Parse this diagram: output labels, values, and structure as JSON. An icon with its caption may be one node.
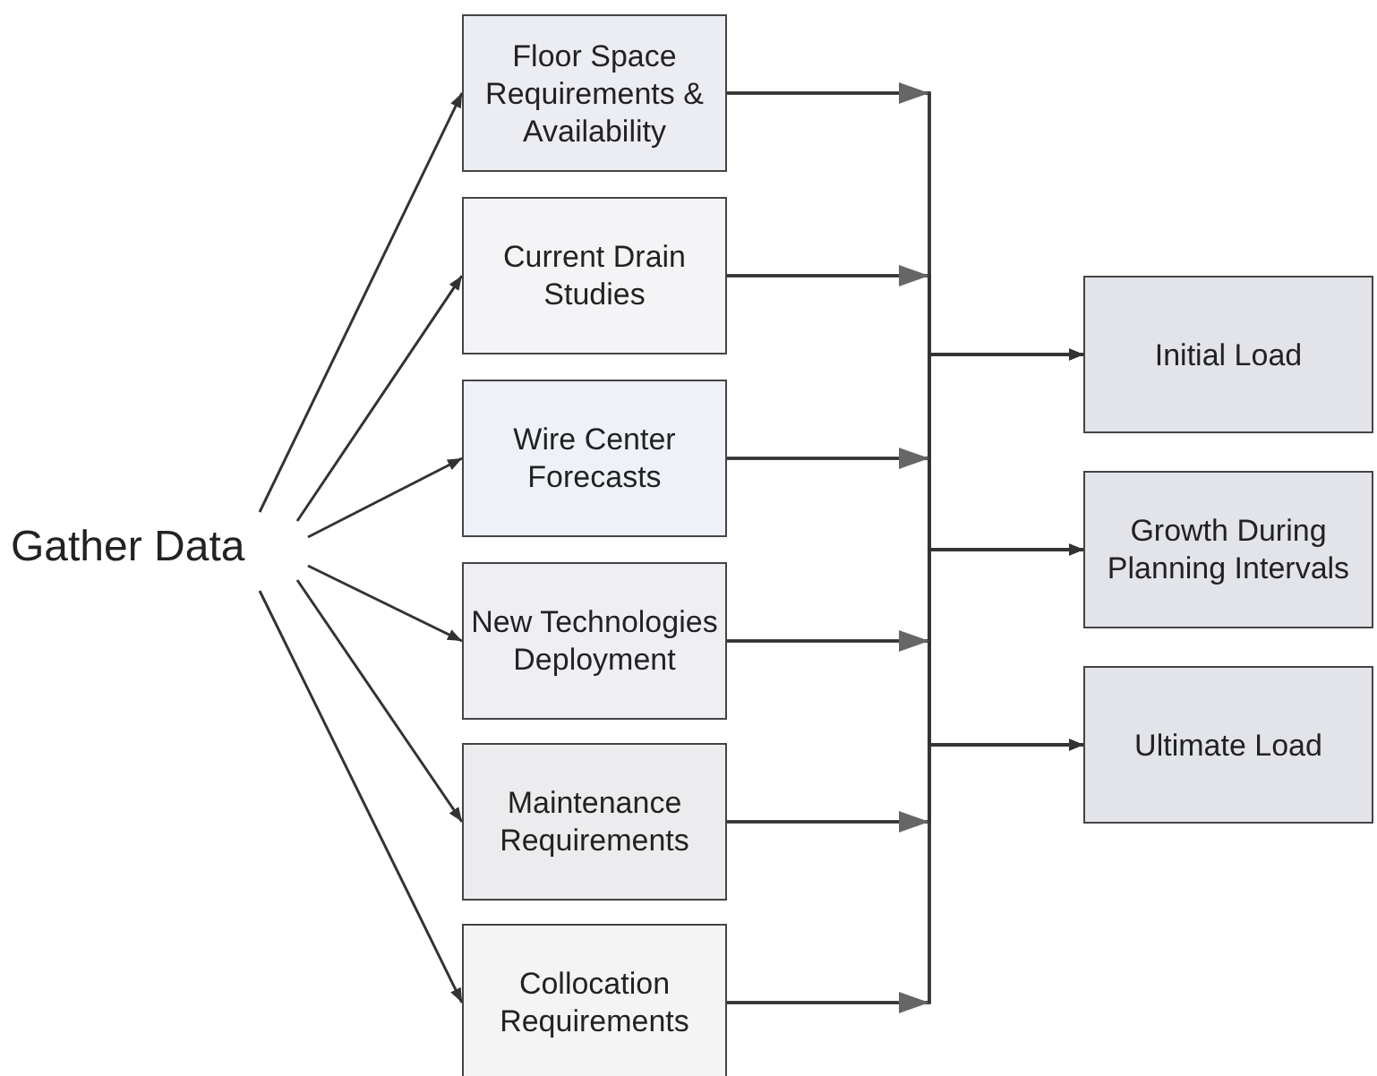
{
  "diagram": {
    "nodes": [
      {
        "text": [
          "Gather Data"
        ]
      },
      {
        "text": [
          "Floor Space Requirements & Availability"
        ]
      },
      {
        "text": [
          "Current Drain Studies"
        ]
      },
      {
        "text": [
          "Wire Center Forecasts"
        ]
      },
      {
        "text": [
          "New Technologies Deployment"
        ]
      },
      {
        "text": [
          "Maintenance Requirements"
        ]
      },
      {
        "text": [
          "Collocation Requirements"
        ]
      },
      {
        "text": [
          "Initial Load"
        ]
      },
      {
        "text": [
          "Growth During Planning Intervals"
        ]
      },
      {
        "text": [
          "Ultimate Load"
        ]
      }
    ],
    "edges": [
      {
        "from": 0,
        "to": 1,
        "arrow": "to"
      },
      {
        "from": 0,
        "to": 2,
        "arrow": "to"
      },
      {
        "from": 0,
        "to": 3,
        "arrow": "to"
      },
      {
        "from": 0,
        "to": 4,
        "arrow": "to"
      },
      {
        "from": 0,
        "to": 5,
        "arrow": "to"
      },
      {
        "from": 0,
        "to": 6,
        "arrow": "to"
      },
      {
        "from": 1,
        "to": 7,
        "arrow": "to"
      },
      {
        "from": 1,
        "to": 8,
        "arrow": "to"
      },
      {
        "from": 1,
        "to": 9,
        "arrow": "to"
      },
      {
        "from": 2,
        "to": 7,
        "arrow": "to"
      },
      {
        "from": 2,
        "to": 8,
        "arrow": "to"
      },
      {
        "from": 2,
        "to": 9,
        "arrow": "to"
      },
      {
        "from": 3,
        "to": 7,
        "arrow": "to"
      },
      {
        "from": 3,
        "to": 8,
        "arrow": "to"
      },
      {
        "from": 3,
        "to": 9,
        "arrow": "to"
      },
      {
        "from": 4,
        "to": 7,
        "arrow": "to"
      },
      {
        "from": 4,
        "to": 8,
        "arrow": "to"
      },
      {
        "from": 4,
        "to": 9,
        "arrow": "to"
      },
      {
        "from": 5,
        "to": 7,
        "arrow": "to"
      },
      {
        "from": 5,
        "to": 8,
        "arrow": "to"
      },
      {
        "from": 5,
        "to": 9,
        "arrow": "to"
      },
      {
        "from": 6,
        "to": 7,
        "arrow": "to"
      },
      {
        "from": 6,
        "to": 8,
        "arrow": "to"
      },
      {
        "from": 6,
        "to": 9,
        "arrow": "to"
      }
    ]
  }
}
